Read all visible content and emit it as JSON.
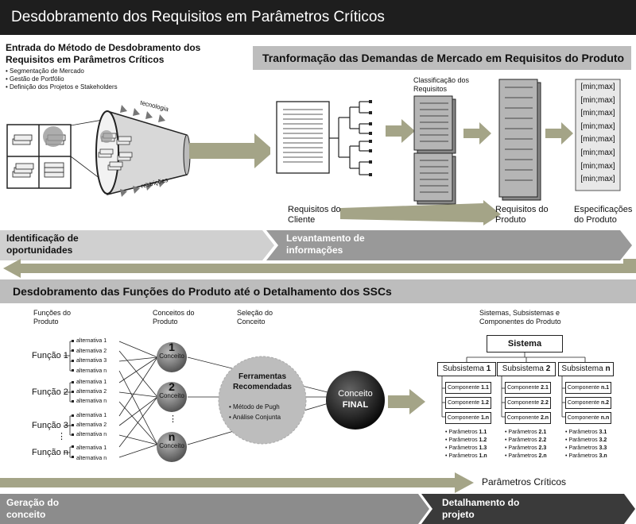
{
  "title": "Desdobramento dos Requisitos em Parâmetros Críticos",
  "entry": {
    "heading": "Entrada do Método de Desdobramento dos Requisitos em Parâmetros Críticos",
    "bullets": [
      "Segmentação de Mercado",
      "Gestão de Portfólio",
      "Definição dos Projetos e Stakeholders"
    ],
    "funnel_top": "tecnologia",
    "funnel_bottom": "restrições"
  },
  "transform": {
    "heading": "Tranformação das Demandas de Mercado em Requisitos do Produto",
    "classification": "Classificação dos Requisitos",
    "req_client": "Requisitos do Cliente",
    "req_product": "Requisitos do Produto",
    "specs": "Especificações do Produto",
    "minmax": [
      "[min;max]",
      "[min;max]",
      "[min;max]",
      "[min;max]",
      "[min;max]",
      "[min;max]",
      "[min;max]",
      "[min;max]"
    ]
  },
  "phase1": {
    "left": "Identificação de oportunidades",
    "right": "Levantamento de informações"
  },
  "deploy": {
    "heading": "Desdobramento das Funções do Produto até o Detalhamento dos SSCs",
    "col_functions": "Funções do Produto",
    "col_concepts": "Conceitos do Produto",
    "col_selection": "Seleção do Conceito",
    "col_systems": "Sistemas, Subsistemas e Componentes do Produto",
    "functions": [
      "Função 1",
      "Função 2",
      "Função 3",
      "⋮",
      "Função n"
    ],
    "alternatives": [
      [
        "alternativa 1",
        "alternativa 2",
        "alternativa 3",
        "alternativa n"
      ],
      [
        "alternativa 1",
        "alternativa 2",
        "alternativa n"
      ],
      [
        "alternativa 1",
        "alternativa 2",
        "alternativa n"
      ],
      [
        "alternativa 1",
        "alternativa n"
      ]
    ],
    "concepts": [
      {
        "n": "1",
        "label": "Conceito"
      },
      {
        "n": "2",
        "label": "Conceito"
      },
      {
        "n": "n",
        "label": "Conceito"
      }
    ],
    "concept_dots": "⋮",
    "tools_title": "Ferramentas Recomendadas",
    "tools": [
      "Método de Pugh",
      "Análise Conjunta"
    ],
    "final_line1": "Conceito",
    "final_line2": "FINAL",
    "system": "Sistema",
    "subsystems": [
      {
        "name": "Subsistema",
        "num": "1",
        "components": [
          "1.1",
          "1.2",
          "1.n"
        ],
        "params": [
          "1.1",
          "1.2",
          "1.3",
          "1.n"
        ]
      },
      {
        "name": "Subsistema",
        "num": "2",
        "components": [
          "2.1",
          "2.2",
          "2.n"
        ],
        "params": [
          "2.1",
          "2.2",
          "2.3",
          "2.n"
        ]
      },
      {
        "name": "Subsistema",
        "num": "n",
        "components": [
          "n.1",
          "n.2",
          "n.n"
        ],
        "params": [
          "3.1",
          "3.2",
          "3.3",
          "3.n"
        ]
      }
    ],
    "component_word": "Componente",
    "param_word": "Parâmetros",
    "critical": "Parâmetros Críticos"
  },
  "phase2": {
    "left": "Geração do conceito",
    "right": "Detalhamento do projeto"
  }
}
